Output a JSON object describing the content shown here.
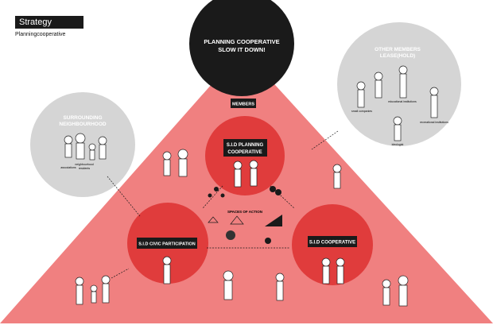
{
  "header": {
    "title": "Strategy",
    "subtitle": "Planningcooperative"
  },
  "top_circle": {
    "line1": "PLANNING COOPERATIVE",
    "line2": "SLOW IT DOWN!"
  },
  "members_tag": "MEMBERS",
  "left_circle": {
    "line1": "SURROUNDING",
    "line2": "NEIGHBOURHOOD",
    "person_labels": [
      "associations",
      "neighbourhood",
      "residents"
    ]
  },
  "right_circle": {
    "line1": "OTHER MEMBERS",
    "line2": "LEASE(HOLD)",
    "person_labels": [
      "small companies",
      "educational institutions",
      "recreational institutions",
      "ideologist"
    ]
  },
  "planning_circle": {
    "line1": "S.I.D PLANNING",
    "line2": "COOPERATIVE"
  },
  "civic_circle": {
    "label": "S.I.D CIVIC PARTICIPATION"
  },
  "coop_circle": {
    "label": "S.I.D COOPERATIVE"
  },
  "center": {
    "spaces_label": "SPACES OF ACTION"
  },
  "colors": {
    "triangle": "#f08080",
    "circle": "#e03c3c",
    "grey": "#d5d5d5",
    "dark": "#1a1a1a"
  }
}
